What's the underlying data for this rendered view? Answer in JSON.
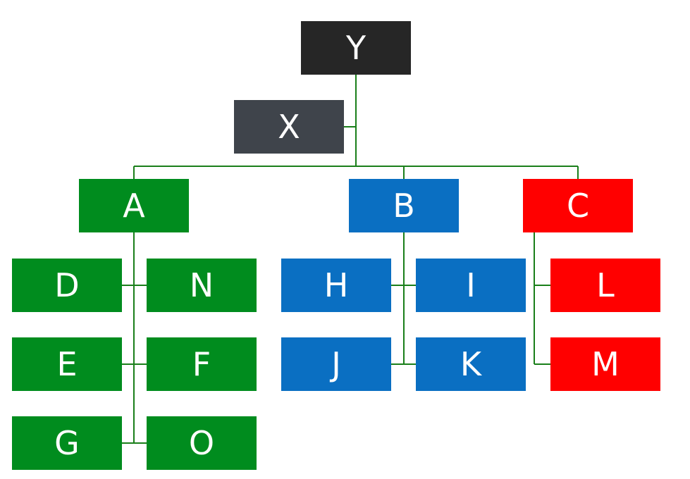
{
  "colors": {
    "connector": "#1a7f1a",
    "root": "#262626",
    "assistant": "#3f444b",
    "group_a": "#008c1e",
    "group_b": "#0a6fc2",
    "group_c": "#ff0000",
    "text": "#ffffff"
  },
  "nodes": {
    "Y": "Y",
    "X": "X",
    "A": "A",
    "B": "B",
    "C": "C",
    "D": "D",
    "N": "N",
    "E": "E",
    "F": "F",
    "G": "G",
    "O": "O",
    "H": "H",
    "I": "I",
    "J": "J",
    "K": "K",
    "L": "L",
    "M": "M"
  },
  "hierarchy": {
    "Y": [
      "X",
      "A",
      "B",
      "C"
    ],
    "A": [
      "D",
      "N",
      "E",
      "F",
      "G",
      "O"
    ],
    "B": [
      "H",
      "I",
      "J",
      "K"
    ],
    "C": [
      "L",
      "M"
    ]
  }
}
